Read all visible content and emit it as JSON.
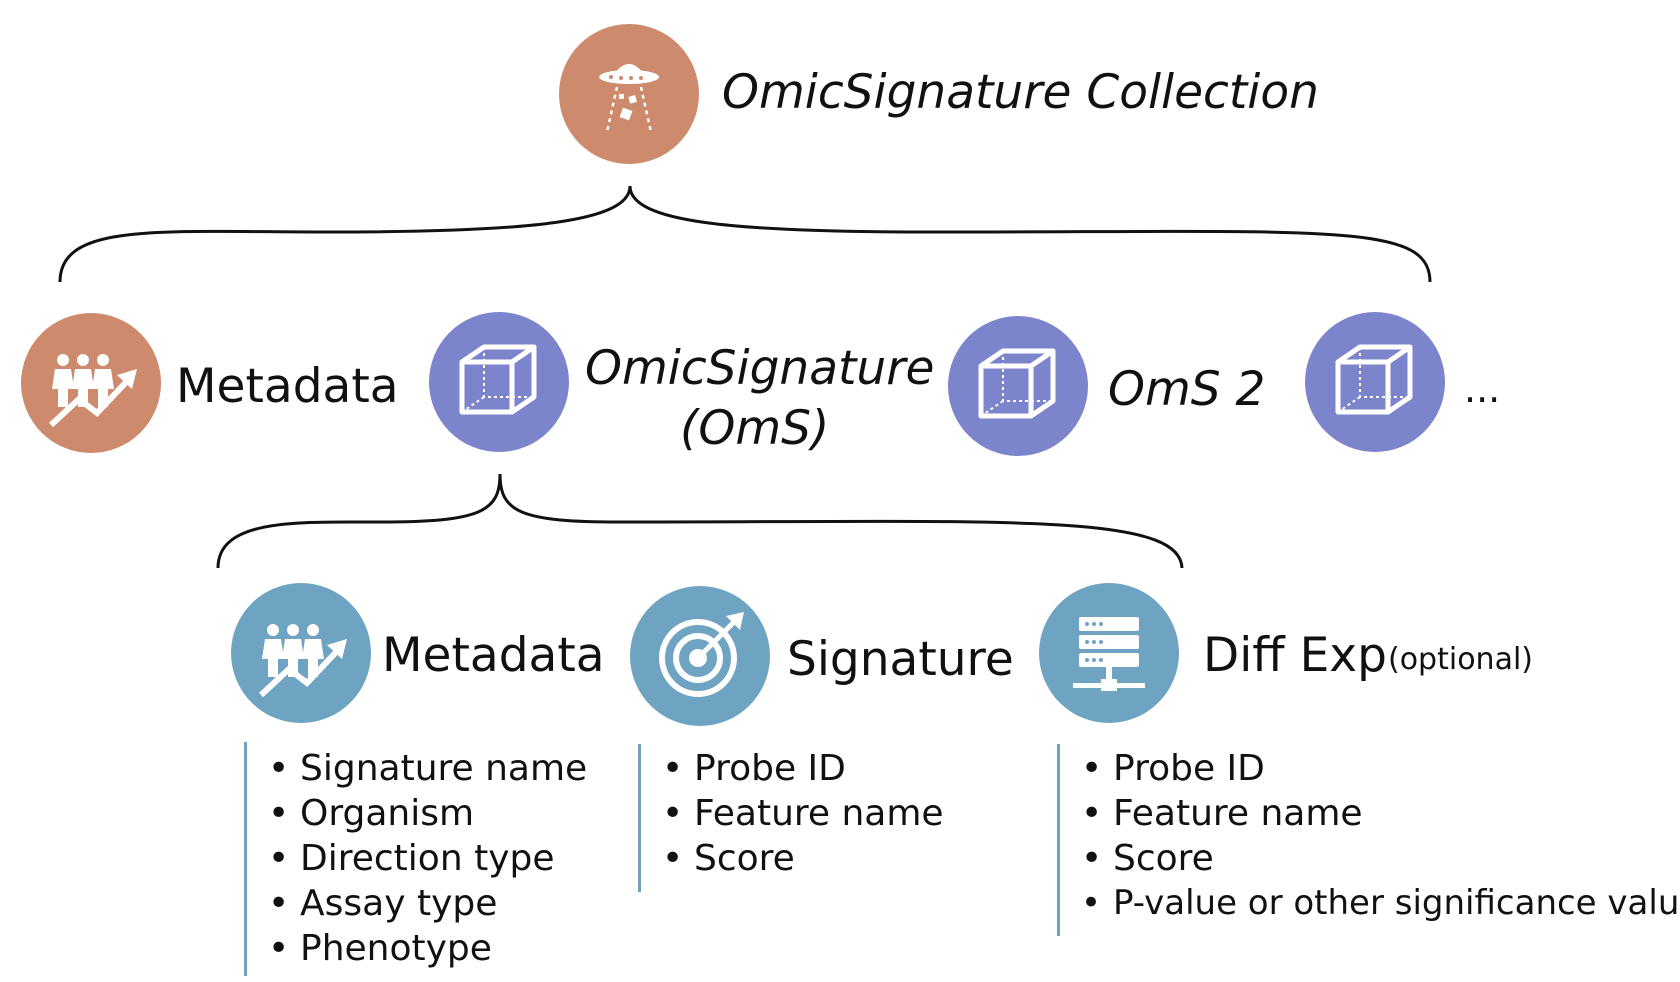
{
  "title": "OmicSignature Collection",
  "level2": {
    "metadata": "Metadata",
    "oms_line1": "OmicSignature",
    "oms_line2": "(OmS)",
    "oms2": "OmS 2",
    "ellipsis": "..."
  },
  "level3": {
    "metadata": {
      "label": "Metadata",
      "items": [
        "Signature name",
        "Organism",
        "Direction type",
        "Assay type",
        "Phenotype"
      ]
    },
    "signature": {
      "label": "Signature",
      "items": [
        "Probe ID",
        "Feature name",
        "Score"
      ]
    },
    "diffexp": {
      "label": "Diff Exp",
      "note": "(optional)",
      "items": [
        "Probe ID",
        "Feature name",
        "Score",
        "P-value or other significance value"
      ]
    }
  },
  "bullet_symbol": "•",
  "colors": {
    "orange": "#cd8a6d",
    "purple": "#7c84cc",
    "blue": "#6fa3c2"
  },
  "icons": [
    "ufo-icon",
    "people-chart-icon",
    "cube-icon",
    "target-icon",
    "server-icon"
  ]
}
